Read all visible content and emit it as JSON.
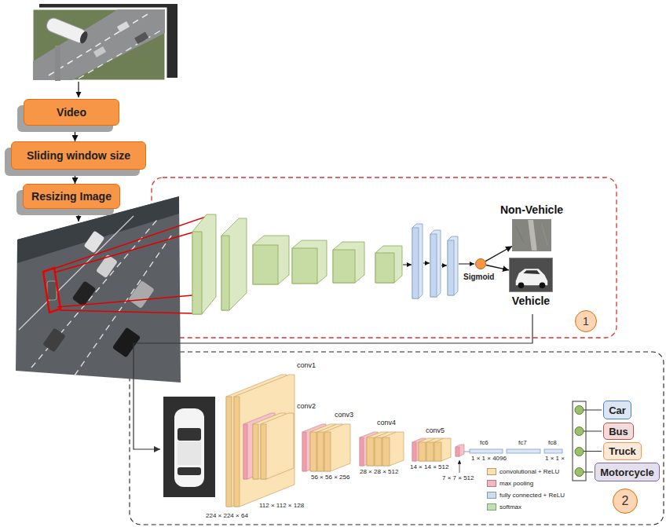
{
  "diagram": {
    "nodes": [
      {
        "text": [
          "Video"
        ]
      },
      {
        "text": [
          "Sliding window size"
        ]
      },
      {
        "text": [
          "Resizing Image"
        ]
      },
      {
        "text": [
          "Sigmoid"
        ]
      },
      {
        "text": [
          "Non-Vehicle"
        ]
      },
      {
        "text": [
          "Vehicle"
        ]
      },
      {
        "text": [
          "1"
        ]
      },
      {
        "text": [
          "Car"
        ]
      },
      {
        "text": [
          "Bus"
        ]
      },
      {
        "text": [
          "Truck"
        ]
      },
      {
        "text": [
          "Motorcycle"
        ]
      },
      {
        "text": [
          "2"
        ]
      }
    ],
    "edges": [
      {
        "from": 0,
        "to": 1,
        "arrow": "to"
      },
      {
        "from": 1,
        "to": 2,
        "arrow": "to"
      },
      {
        "from": 3,
        "to": 4,
        "arrow": "to"
      },
      {
        "from": 3,
        "to": 5,
        "arrow": "to"
      }
    ],
    "labels": [
      "conv1",
      "conv2",
      "conv3",
      "conv4",
      "conv5",
      "224 × 224 × 64",
      "112 × 112 × 128",
      "56 × 56 × 256",
      "28 × 28 × 512",
      "14 × 14 × 512",
      "7 × 7 × 512",
      "fc6",
      "fc7",
      "fc8",
      "1 × 1 × 4096",
      "1 × 1 ×"
    ],
    "legend": [
      {
        "text": "convolutional + ReLU",
        "color": "#fbe0b0"
      },
      {
        "text": "max pooling",
        "color": "#f4b6c0"
      },
      {
        "text": "fully connected + ReLU",
        "color": "#c9dcf0"
      },
      {
        "text": "softmax",
        "color": "#bfe3b0"
      }
    ]
  }
}
